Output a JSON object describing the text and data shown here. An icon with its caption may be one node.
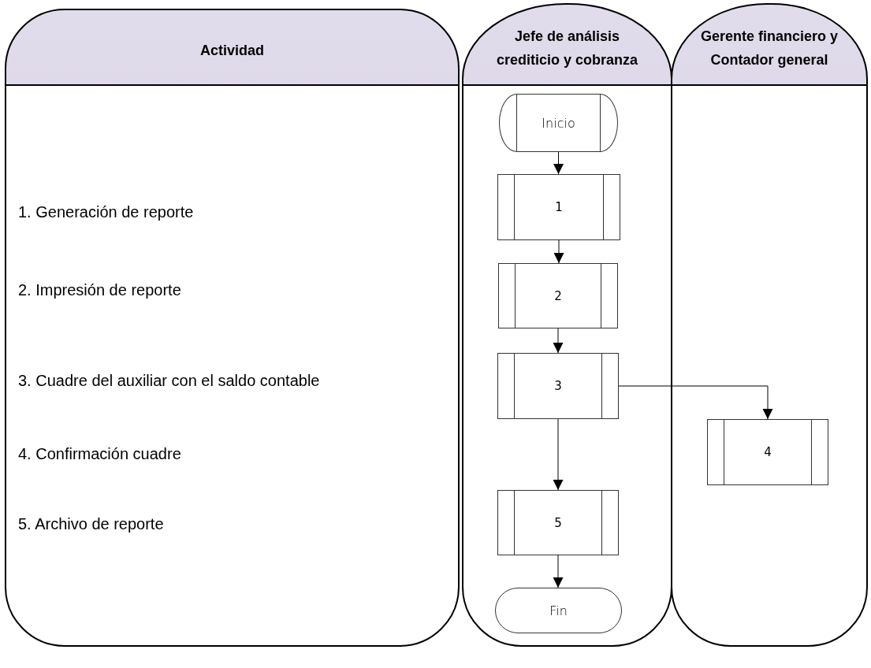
{
  "diagram": {
    "nodes": [
      {
        "text": [
          "Actividad",
          "1. Generación de reporte",
          "2. Impresión de reporte",
          "3. Cuadre del auxiliar con el saldo contable",
          "4. Confirmación cuadre",
          "5. Archivo de reporte"
        ]
      },
      {
        "text": [
          "Jefe de análisis crediticio y cobranza"
        ]
      },
      {
        "text": [
          "Gerente financiero y Contador general"
        ]
      },
      {
        "text": [
          "Inicio"
        ],
        "in": 1
      },
      {
        "text": [
          "1"
        ],
        "in": 1
      },
      {
        "text": [
          "2"
        ],
        "in": 1
      },
      {
        "text": [
          "3"
        ],
        "in": 1
      },
      {
        "text": [
          "4"
        ],
        "in": 2
      },
      {
        "text": [
          "5"
        ],
        "in": 1
      },
      {
        "text": [
          "Fin"
        ],
        "in": 1
      }
    ],
    "edges": [
      {
        "from": 3,
        "to": 4,
        "arrow": "to"
      },
      {
        "from": 4,
        "to": 5,
        "arrow": "to"
      },
      {
        "from": 5,
        "to": 6,
        "arrow": "to"
      },
      {
        "from": 6,
        "to": 7,
        "arrow": "to"
      },
      {
        "from": 6,
        "to": 8,
        "arrow": "to"
      },
      {
        "from": 8,
        "to": 9,
        "arrow": "to"
      }
    ]
  }
}
